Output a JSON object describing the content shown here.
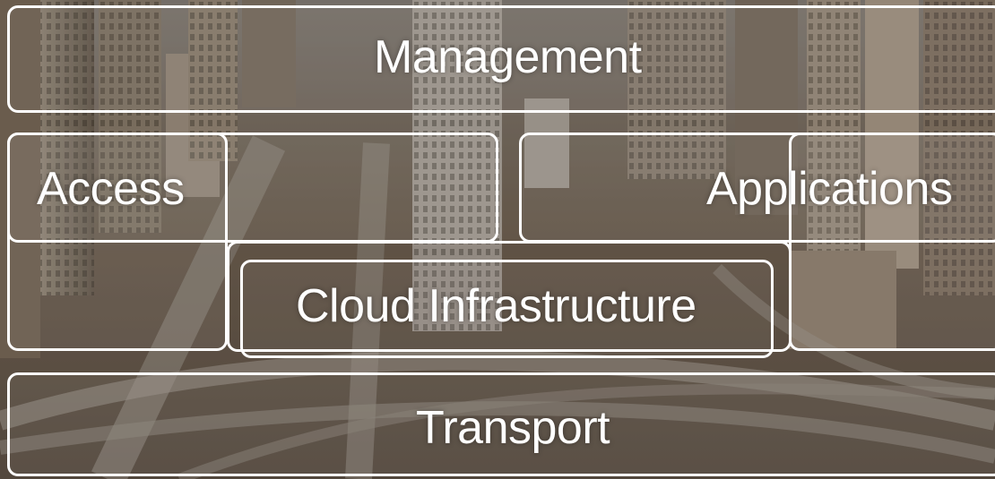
{
  "layers": {
    "management": "Management",
    "access": "Access",
    "applications": "Applications",
    "cloud_infrastructure": "Cloud Infrastructure",
    "transport": "Transport"
  },
  "colors": {
    "outline": "#ffffff",
    "text": "#ffffff",
    "photo_tint": "#6f6357"
  }
}
